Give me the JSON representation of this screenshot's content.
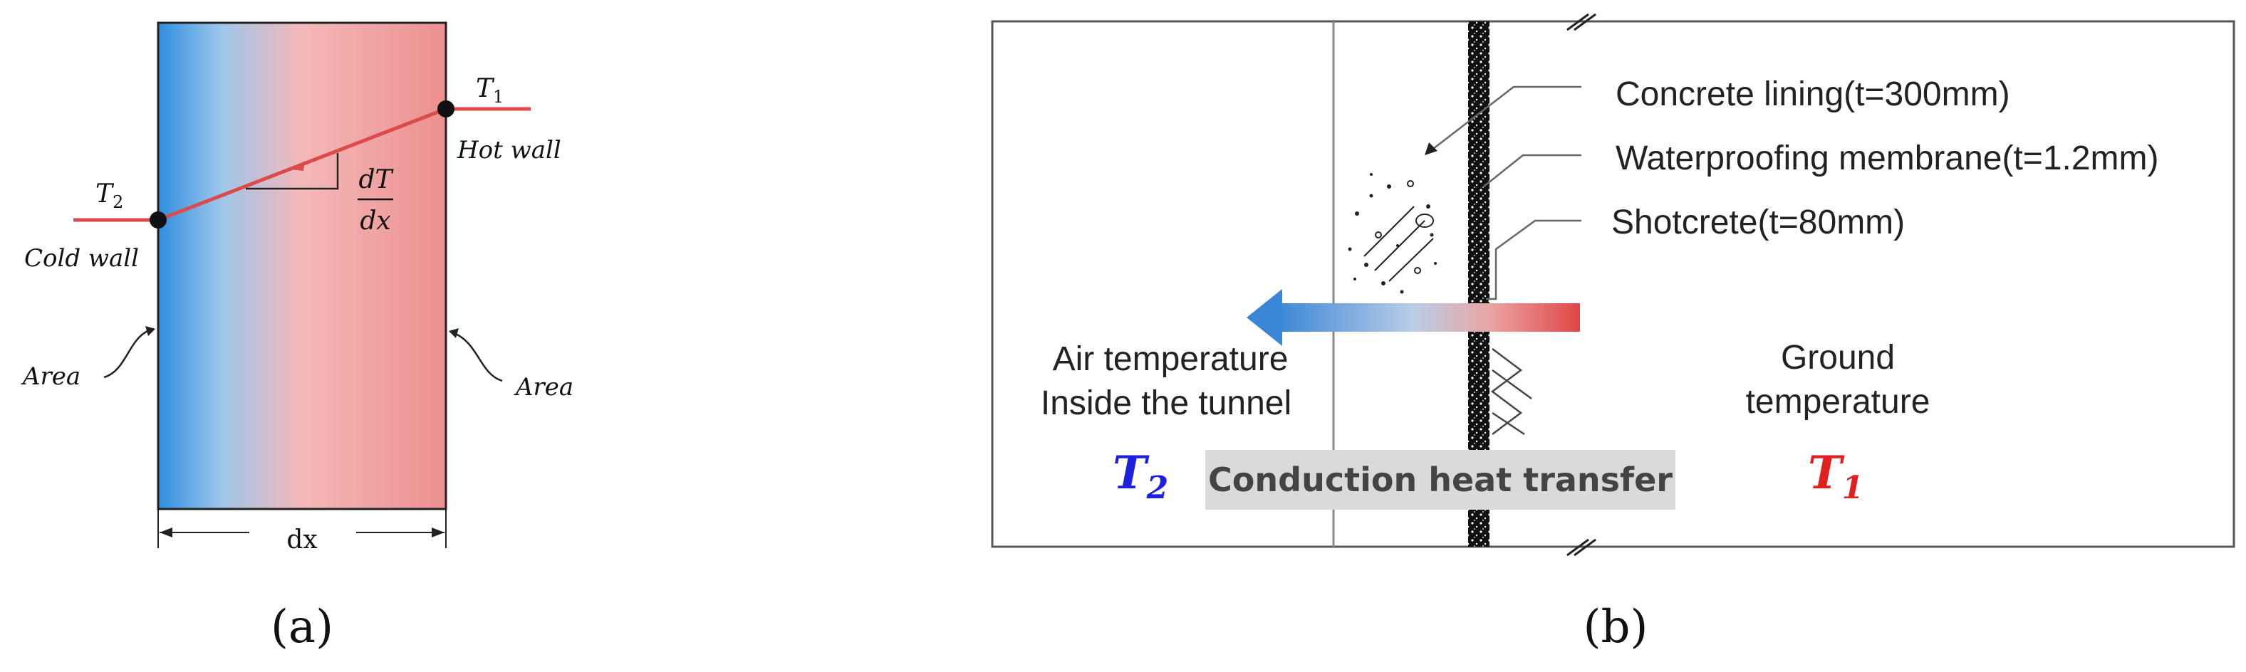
{
  "panel_a": {
    "t1_label": "T",
    "t1_sub": "1",
    "t2_label": "T",
    "t2_sub": "2",
    "hot_wall": "Hot wall",
    "cold_wall": "Cold wall",
    "area_left": "Area",
    "area_right": "Area",
    "grad_num": "dT",
    "grad_den": "dx",
    "dx_label": "dx",
    "caption": "(a)",
    "colors": {
      "cold": "#2e8ee0",
      "mid": "#f5b8b8",
      "hot": "#ec8f8f",
      "line": "#dc4a4a"
    }
  },
  "panel_b": {
    "concrete_label": "Concrete lining(t=300mm)",
    "membrane_label": "Waterproofing membrane(t=1.2mm)",
    "shotcrete_label": "Shotcrete(t=80mm)",
    "air_temp_line1": "Air temperature",
    "air_temp_line2": "Inside the tunnel",
    "ground_temp_line1": "Ground",
    "ground_temp_line2": "temperature",
    "t2_label": "T",
    "t2_sub": "2",
    "t1_label": "T",
    "t1_sub": "1",
    "conduction_label": "Conduction heat transfer",
    "caption": "(b)",
    "colors": {
      "t2": "#1f1fe0",
      "t1": "#e01f1f",
      "badge": "#dadada",
      "arrow_cold": "#3a86d6",
      "arrow_hot": "#e24545"
    }
  }
}
